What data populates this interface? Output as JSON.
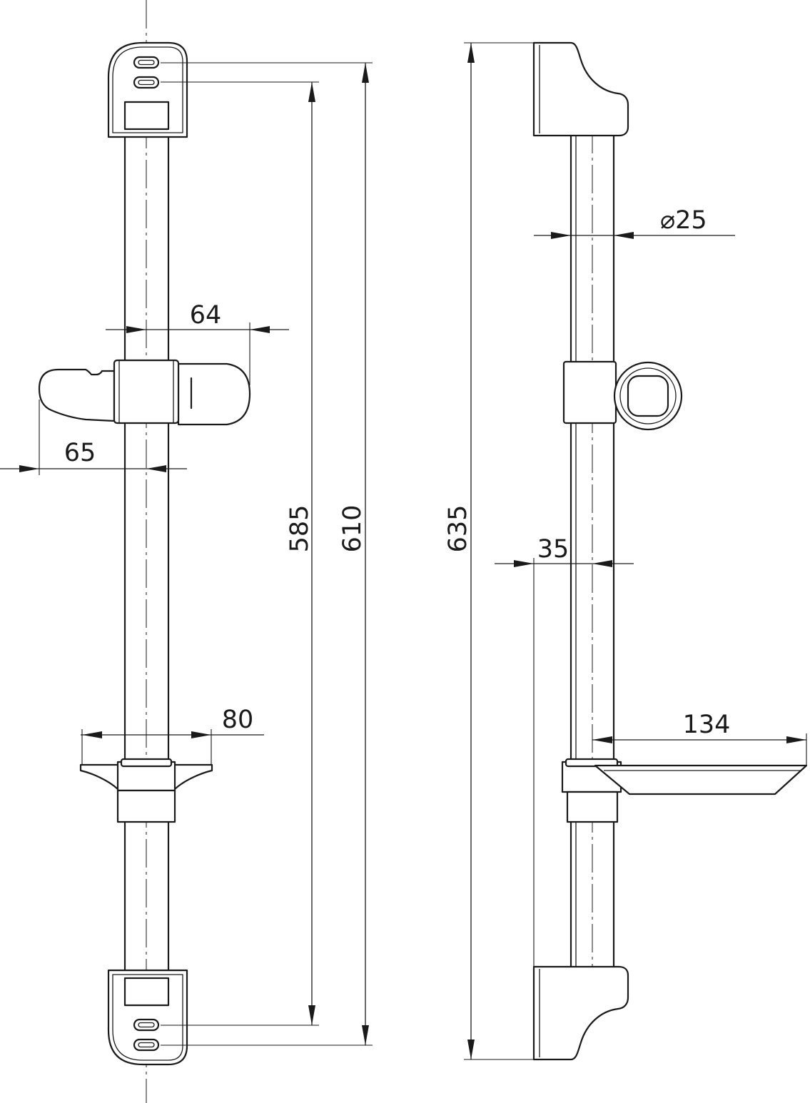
{
  "front_view": {
    "dim_slider_right": "64",
    "dim_slider_left": "65",
    "dim_inner_holes": "585",
    "dim_outer_holes": "610",
    "dim_soap_dish_width": "80"
  },
  "side_view": {
    "dim_overall_length": "635",
    "dim_tube_diameter": "⌀25",
    "dim_soap_dish_depth": "134",
    "dim_wall_to_axis": "35"
  }
}
